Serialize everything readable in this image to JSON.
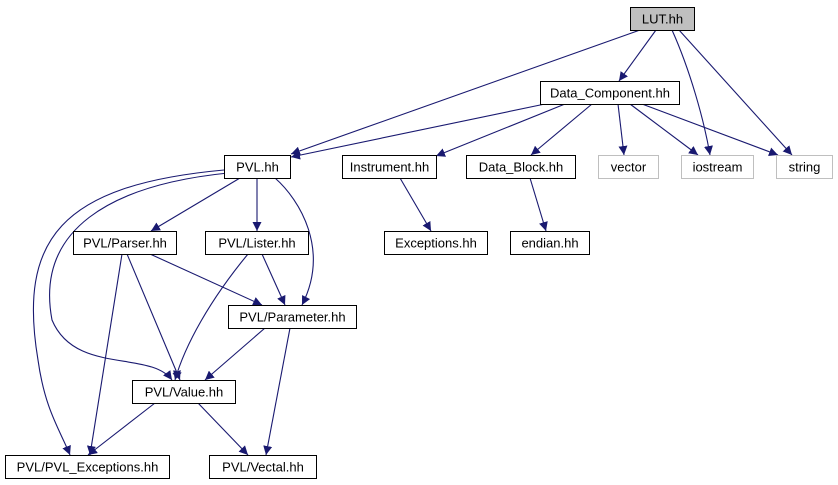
{
  "colors": {
    "edge": "#191970",
    "node_border": "#000000",
    "external_border": "#bfbfbf",
    "external_text": "#7f7f7f",
    "focus_fill": "#bfbfbf",
    "node_fill": "#ffffff"
  },
  "nodes": [
    {
      "id": "lut",
      "label": "LUT.hh",
      "kind": "focus"
    },
    {
      "id": "data_component",
      "label": "Data_Component.hh",
      "kind": "local"
    },
    {
      "id": "pvl",
      "label": "PVL.hh",
      "kind": "local"
    },
    {
      "id": "instrument",
      "label": "Instrument.hh",
      "kind": "local"
    },
    {
      "id": "data_block",
      "label": "Data_Block.hh",
      "kind": "local"
    },
    {
      "id": "vector",
      "label": "vector",
      "kind": "external"
    },
    {
      "id": "iostream",
      "label": "iostream",
      "kind": "external"
    },
    {
      "id": "string",
      "label": "string",
      "kind": "external"
    },
    {
      "id": "exceptions",
      "label": "Exceptions.hh",
      "kind": "local"
    },
    {
      "id": "endian",
      "label": "endian.hh",
      "kind": "local"
    },
    {
      "id": "pvl_parser",
      "label": "PVL/Parser.hh",
      "kind": "local"
    },
    {
      "id": "pvl_lister",
      "label": "PVL/Lister.hh",
      "kind": "local"
    },
    {
      "id": "pvl_parameter",
      "label": "PVL/Parameter.hh",
      "kind": "local"
    },
    {
      "id": "pvl_value",
      "label": "PVL/Value.hh",
      "kind": "local"
    },
    {
      "id": "pvl_exceptions",
      "label": "PVL/PVL_Exceptions.hh",
      "kind": "local"
    },
    {
      "id": "pvl_vectal",
      "label": "PVL/Vectal.hh",
      "kind": "local"
    }
  ],
  "edges": [
    {
      "from": "lut",
      "to": "data_component"
    },
    {
      "from": "lut",
      "to": "pvl"
    },
    {
      "from": "lut",
      "to": "iostream"
    },
    {
      "from": "lut",
      "to": "string"
    },
    {
      "from": "data_component",
      "to": "pvl"
    },
    {
      "from": "data_component",
      "to": "instrument"
    },
    {
      "from": "data_component",
      "to": "data_block"
    },
    {
      "from": "data_component",
      "to": "vector"
    },
    {
      "from": "data_component",
      "to": "iostream"
    },
    {
      "from": "data_component",
      "to": "string"
    },
    {
      "from": "instrument",
      "to": "exceptions"
    },
    {
      "from": "data_block",
      "to": "endian"
    },
    {
      "from": "pvl",
      "to": "pvl_parser"
    },
    {
      "from": "pvl",
      "to": "pvl_lister"
    },
    {
      "from": "pvl",
      "to": "pvl_parameter"
    },
    {
      "from": "pvl",
      "to": "pvl_value"
    },
    {
      "from": "pvl",
      "to": "pvl_exceptions"
    },
    {
      "from": "pvl_parser",
      "to": "pvl_parameter"
    },
    {
      "from": "pvl_parser",
      "to": "pvl_value"
    },
    {
      "from": "pvl_parser",
      "to": "pvl_exceptions"
    },
    {
      "from": "pvl_lister",
      "to": "pvl_parameter"
    },
    {
      "from": "pvl_lister",
      "to": "pvl_value"
    },
    {
      "from": "pvl_parameter",
      "to": "pvl_value"
    },
    {
      "from": "pvl_parameter",
      "to": "pvl_vectal"
    },
    {
      "from": "pvl_value",
      "to": "pvl_exceptions"
    },
    {
      "from": "pvl_value",
      "to": "pvl_vectal"
    }
  ]
}
